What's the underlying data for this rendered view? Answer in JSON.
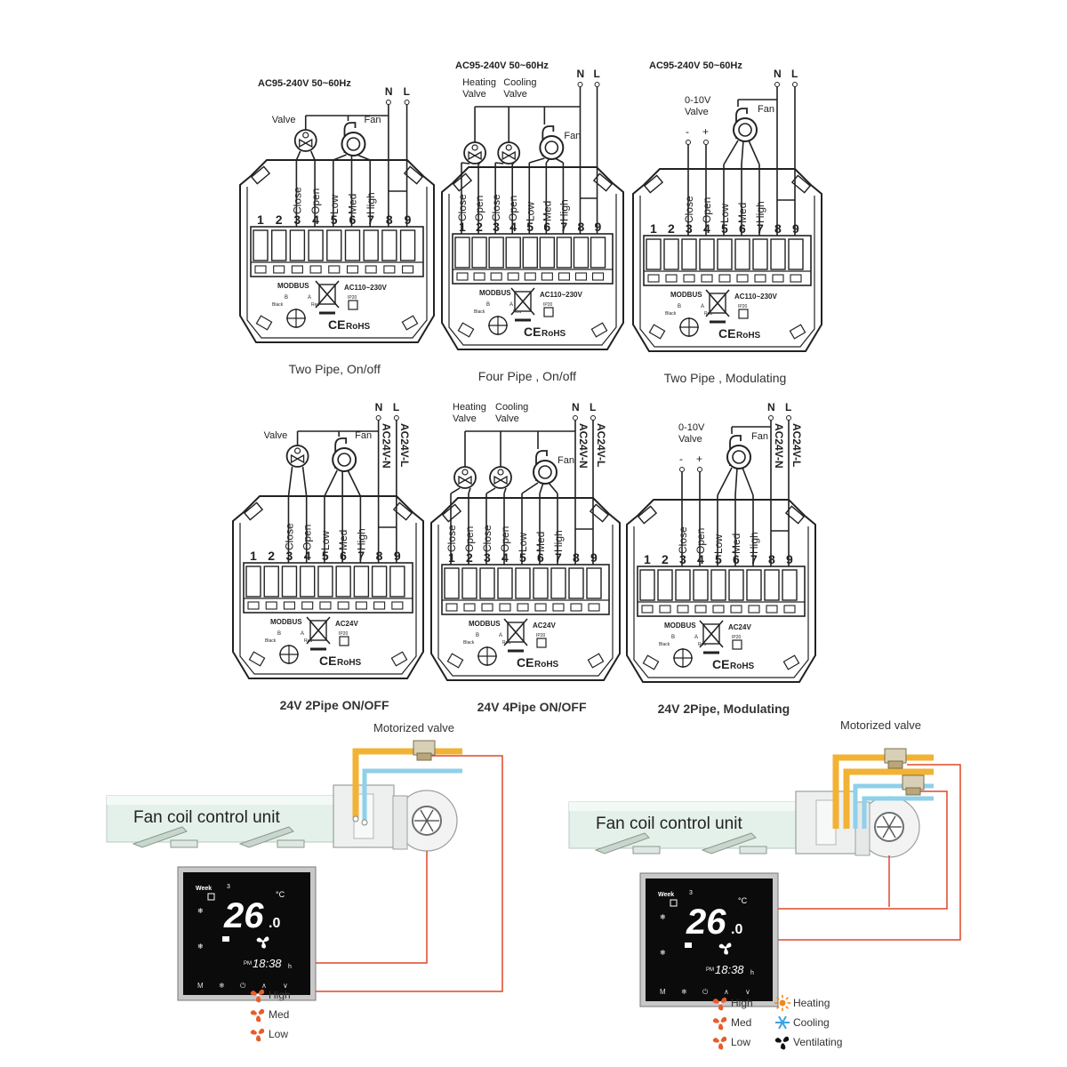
{
  "diagrams": [
    {
      "id": "d1",
      "supply": "AC95-240V  50~60Hz",
      "neutral": "N",
      "line": "L",
      "load_labels": [
        "Valve",
        "Fan"
      ],
      "terminal_labels": [
        "",
        "Close",
        "Open",
        "Low",
        "Med",
        "High",
        "",
        ""
      ],
      "terminals": [
        "1",
        "2",
        "3",
        "4",
        "5",
        "6",
        "7",
        "8",
        "9"
      ],
      "modbus": "MODBUS",
      "b_label": "B",
      "a_label": "A",
      "black_label": "Black",
      "red_label": "Red",
      "rating": "AC110~230V",
      "ip": "IP20",
      "ce": "CE",
      "rohs": "RoHS",
      "caption": "Two Pipe, On/off"
    },
    {
      "id": "d2",
      "supply": "AC95-240V  50~60Hz",
      "neutral": "N",
      "line": "L",
      "load_labels": [
        "Heating\nValve",
        "Cooling\nValve",
        "Fan"
      ],
      "terminal_labels": [
        "Close",
        "Open",
        "Close",
        "Open",
        "Low",
        "Med",
        "High",
        "",
        ""
      ],
      "terminals": [
        "1",
        "2",
        "3",
        "4",
        "5",
        "6",
        "7",
        "8",
        "9"
      ],
      "modbus": "MODBUS",
      "b_label": "B",
      "a_label": "A",
      "black_label": "Black",
      "red_label": "Red",
      "rating": "AC110~230V",
      "ip": "IP20",
      "ce": "CE",
      "rohs": "RoHS",
      "caption": "Four Pipe , On/off"
    },
    {
      "id": "d3",
      "supply": "AC95-240V  50~60Hz",
      "neutral": "N",
      "line": "L",
      "load_labels": [
        "0-10V\nValve",
        "Fan"
      ],
      "minus": "-",
      "plus": "+",
      "terminal_labels": [
        "",
        "Close",
        "Open",
        "Low",
        "Med",
        "High",
        "",
        ""
      ],
      "terminals": [
        "1",
        "2",
        "3",
        "4",
        "5",
        "6",
        "7",
        "8",
        "9"
      ],
      "modbus": "MODBUS",
      "b_label": "B",
      "a_label": "A",
      "black_label": "Black",
      "red_label": "Red",
      "rating": "AC110~230V",
      "ip": "IP20",
      "ce": "CE",
      "rohs": "RoHS",
      "caption": "Two Pipe , Modulating"
    },
    {
      "id": "d4",
      "supply": "",
      "neutral": "N",
      "line": "L",
      "acn": "AC24V-N",
      "acl": "AC24V-L",
      "load_labels": [
        "Valve",
        "Fan"
      ],
      "terminal_labels": [
        "",
        "Close",
        "Open",
        "Low",
        "Med",
        "High",
        "",
        ""
      ],
      "terminals": [
        "1",
        "2",
        "3",
        "4",
        "5",
        "6",
        "7",
        "8",
        "9"
      ],
      "modbus": "MODBUS",
      "b_label": "B",
      "a_label": "A",
      "black_label": "Black",
      "red_label": "Red",
      "rating": "AC24V",
      "ip": "IP20",
      "ce": "CE",
      "rohs": "RoHS",
      "caption": "24V 2Pipe ON/OFF"
    },
    {
      "id": "d5",
      "supply": "",
      "neutral": "N",
      "line": "L",
      "acn": "AC24V-N",
      "acl": "AC24V-L",
      "load_labels": [
        "Heating\nValve",
        "Cooling\nValve",
        "Fan"
      ],
      "terminal_labels": [
        "Close",
        "Open",
        "Close",
        "Open",
        "Low",
        "Med",
        "High",
        "",
        ""
      ],
      "terminals": [
        "1",
        "2",
        "3",
        "4",
        "5",
        "6",
        "7",
        "8",
        "9"
      ],
      "modbus": "MODBUS",
      "b_label": "B",
      "a_label": "A",
      "black_label": "Black",
      "red_label": "Red",
      "rating": "AC24V",
      "ip": "IP20",
      "ce": "CE",
      "rohs": "RoHS",
      "caption": "24V 4Pipe ON/OFF"
    },
    {
      "id": "d6",
      "supply": "",
      "neutral": "N",
      "line": "L",
      "acn": "AC24V-N",
      "acl": "AC24V-L",
      "load_labels": [
        "0-10V\nValve",
        "Fan"
      ],
      "minus": "-",
      "plus": "+",
      "terminal_labels": [
        "",
        "Close",
        "Open",
        "Low",
        "Med",
        "High",
        "",
        ""
      ],
      "terminals": [
        "1",
        "2",
        "3",
        "4",
        "5",
        "6",
        "7",
        "8",
        "9"
      ],
      "modbus": "MODBUS",
      "b_label": "B",
      "a_label": "A",
      "black_label": "Black",
      "red_label": "Red",
      "rating": "AC24V",
      "ip": "IP20",
      "ce": "CE",
      "rohs": "RoHS",
      "caption": "24V 2Pipe, Modulating"
    }
  ],
  "illustrations": [
    {
      "valve_label": "Motorized valve",
      "unit_label": "Fan coil control unit",
      "display": {
        "week": "Week",
        "day": "3",
        "temp": "26",
        "temp_decimal": ".0",
        "unit": "°C",
        "pm": "PM",
        "time": "18:38",
        "time_suffix": "h",
        "buttons": [
          "M",
          "❄",
          "⏻",
          "∧",
          "∨"
        ]
      },
      "legend": [
        {
          "icon": "fan-icon",
          "label": "High"
        },
        {
          "icon": "fan-icon",
          "label": "Med"
        },
        {
          "icon": "fan-icon",
          "label": "Low"
        }
      ]
    },
    {
      "valve_label": "Motorized valve",
      "unit_label": "Fan coil control unit",
      "display": {
        "week": "Week",
        "day": "3",
        "temp": "26",
        "temp_decimal": ".0",
        "unit": "°C",
        "pm": "PM",
        "time": "18:38",
        "time_suffix": "h",
        "buttons": [
          "M",
          "❄",
          "⏻",
          "∧",
          "∨"
        ]
      },
      "legend": [
        {
          "icon": "fan-icon",
          "label": "High"
        },
        {
          "icon": "fan-icon",
          "label": "Med"
        },
        {
          "icon": "fan-icon",
          "label": "Low"
        },
        {
          "icon": "sun-icon",
          "label": "Heating"
        },
        {
          "icon": "snowflake-icon",
          "label": "Cooling"
        },
        {
          "icon": "fan-icon",
          "label": "Ventilating"
        }
      ]
    }
  ],
  "colors": {
    "line": "#222222",
    "wire_red": "#e0462a",
    "pipe_yellow": "#f2b233",
    "pipe_blue": "#8fd0ea",
    "fan_orange": "#e85c2a",
    "sun_orange": "#f08a1e",
    "snow_blue": "#3aa3e0",
    "screen": "#0b0b0b"
  }
}
